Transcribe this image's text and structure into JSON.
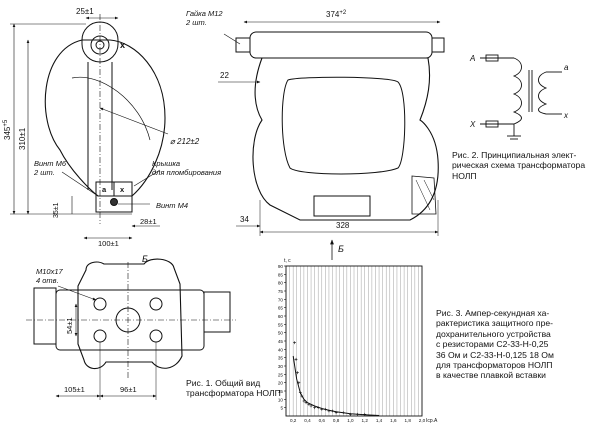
{
  "figure1": {
    "caption": "Рис. 1. Общий вид\nтрансформатора НОЛП",
    "dims": {
      "top_width": "25±1",
      "height_total": "345",
      "height_total_sup": "+5",
      "height_body": "310±1",
      "dia": "212±2",
      "h35": "35±1",
      "w28": "28±1",
      "w100": "100±1"
    },
    "callouts": {
      "screw_m6": "Винт М6\n2 шт.",
      "cover": "Крышка\nдля пломбирования",
      "screw_m4": "Винт М4",
      "terminal_a": "а",
      "terminal_x": "х",
      "top_x": "х"
    }
  },
  "figure_side": {
    "nut": "Гайка М12\n2 шт.",
    "width_top": "374",
    "width_top_sup": "+2",
    "d22": "22",
    "d34": "34",
    "d328": "328"
  },
  "figure_plan": {
    "view_label": "Б",
    "holes": "М10х17\n4 отв.",
    "d54": "54±1",
    "d105": "105±1",
    "d96": "96±1"
  },
  "view_arrow": "Б",
  "figure2": {
    "caption": "Рис. 2. Принципиальная элект-\nрическая схема трансформатора\nНОЛП",
    "labels": {
      "A": "А",
      "X": "Х",
      "a": "а",
      "x": "х"
    }
  },
  "figure3": {
    "caption": "Рис. 3. Ампер-секундная ха-\nрактеристика защитного пре-\nдохранительного устройства\nс резисторами С2-33-Н-0,25\n36 Ом и С2-33-Н-0,125 18 Ом\nдля трансформаторов НОЛП\nв качестве плавкой вставки"
  },
  "chart_data": {
    "type": "scatter",
    "title": "",
    "xlabel": "Iср.А",
    "ylabel": "t, c",
    "x_ticks": [
      "0,2",
      "0,4",
      "0,6",
      "0,8",
      "1,0",
      "1,2",
      "1,4",
      "1,6",
      "1,8",
      "2,0"
    ],
    "y_ticks": [
      "5",
      "10",
      "15",
      "20",
      "25",
      "30",
      "35",
      "40",
      "45",
      "50",
      "55",
      "60",
      "65",
      "70",
      "75",
      "80",
      "85",
      "90"
    ],
    "xlim": [
      0.1,
      2.0
    ],
    "ylim": [
      0,
      90
    ],
    "grid": true,
    "series": [
      {
        "kind": "measured",
        "x": [
          0.22,
          0.24,
          0.26,
          0.28,
          0.3,
          0.32,
          0.35,
          0.38,
          0.42,
          0.45,
          0.5,
          0.55,
          0.6,
          0.65,
          0.7,
          0.75,
          0.8,
          0.9,
          1.0,
          1.1,
          1.2
        ],
        "y": [
          44,
          34,
          26,
          20,
          14,
          12,
          9,
          8,
          7,
          6,
          5,
          5,
          4,
          4,
          3,
          3,
          2,
          2,
          1,
          1,
          1
        ]
      },
      {
        "kind": "fit",
        "x": [
          0.2,
          0.25,
          0.3,
          0.35,
          0.4,
          0.5,
          0.6,
          0.7,
          0.8,
          0.9,
          1.0,
          1.2,
          1.4
        ],
        "y": [
          36,
          22,
          14,
          10,
          8,
          6,
          4.5,
          3.5,
          2.6,
          1.9,
          1.3,
          0.7,
          0.3
        ]
      }
    ]
  }
}
